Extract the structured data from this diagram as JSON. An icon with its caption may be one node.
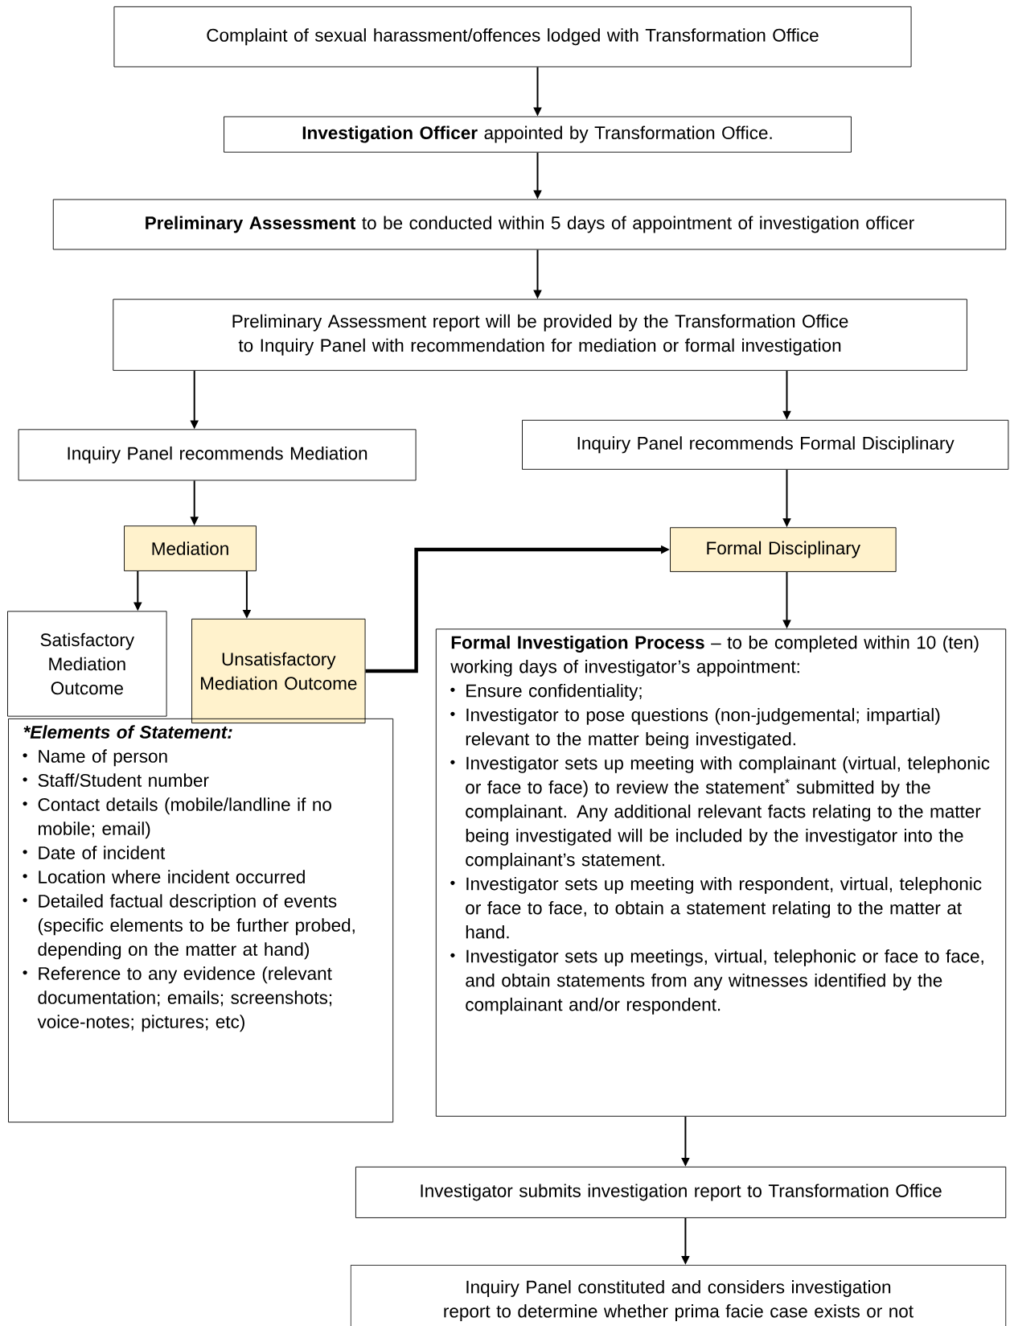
{
  "diagram": {
    "nodes": [
      {
        "text": [
          "Complaint of sexual harassment/offences lodged with Transformation Office"
        ]
      },
      {
        "text": [
          "**Investigation Officer** appointed by Transformation Office."
        ]
      },
      {
        "text": [
          "**Preliminary Assessment** to be conducted within 5 days of appointment of investigation officer"
        ]
      },
      {
        "text": [
          "Preliminary Assessment report will be provided by the Transformation Office to Inquiry Panel with recommendation for mediation or formal investigation"
        ]
      },
      {
        "text": [
          "Inquiry Panel recommends Mediation"
        ]
      },
      {
        "text": [
          "Inquiry Panel recommends Formal Disciplinary"
        ]
      },
      {
        "text": [
          "Mediation"
        ]
      },
      {
        "text": [
          "Formal Disciplinary"
        ]
      },
      {
        "text": [
          "Satisfactory Mediation Outcome"
        ]
      },
      {
        "text": [
          "Unsatisfactory Mediation Outcome"
        ]
      },
      {
        "text": [
          "*Elements of Statement:",
          "Name of person",
          "Staff/Student number",
          "Contact details (mobile/landline if no mobile; email)",
          "Date of incident",
          "Location where incident occurred",
          "Detailed factual description of events (specific elements to be further probed, depending on the matter at hand)",
          "Reference to any evidence (relevant documentation; emails; screenshots; voice-notes; pictures; etc)"
        ]
      },
      {
        "text": [
          "**Formal Investigation Process** – to be completed within 10 (ten) working days of investigator’s appointment:",
          "Ensure confidentiality;",
          "Investigator to pose questions (non-judgemental; impartial) relevant to the matter being investigated.",
          "Investigator sets up meeting with complainant (virtual, telephonic or face to face) to review the statement$^{*}$ submitted by the complainant. Any additional relevant facts relating to the matter being investigated will be included by the investigator into the complainant’s statement.",
          "Investigator sets up meeting with respondent, virtual, telephonic or face to face, to obtain a statement relating to the matter at hand.",
          "Investigator sets up meetings, virtual, telephonic or face to face, and obtain statements from any witnesses identified by the complainant and/or respondent."
        ]
      },
      {
        "text": [
          "Investigator submits investigation report to Transformation Office"
        ]
      },
      {
        "text": [
          "Inquiry Panel constituted and considers investigation report to determine whether prima facie case exists or not"
        ]
      }
    ],
    "edges": [
      {
        "from": 0,
        "to": 1,
        "arrow": "to"
      },
      {
        "from": 1,
        "to": 2,
        "arrow": "to"
      },
      {
        "from": 2,
        "to": 3,
        "arrow": "to"
      },
      {
        "from": 3,
        "to": 4,
        "arrow": "to"
      },
      {
        "from": 3,
        "to": 5,
        "arrow": "to"
      },
      {
        "from": 4,
        "to": 6,
        "arrow": "to"
      },
      {
        "from": 5,
        "to": 7,
        "arrow": "to"
      },
      {
        "from": 6,
        "to": 8,
        "arrow": "to"
      },
      {
        "from": 6,
        "to": 9,
        "arrow": "to"
      },
      {
        "from": 9,
        "to": 7,
        "arrow": "to",
        "style": "thick"
      },
      {
        "from": 7,
        "to": 11,
        "arrow": "to"
      },
      {
        "from": 11,
        "to": 12,
        "arrow": "to"
      },
      {
        "from": 12,
        "to": 13,
        "arrow": "to"
      }
    ]
  }
}
